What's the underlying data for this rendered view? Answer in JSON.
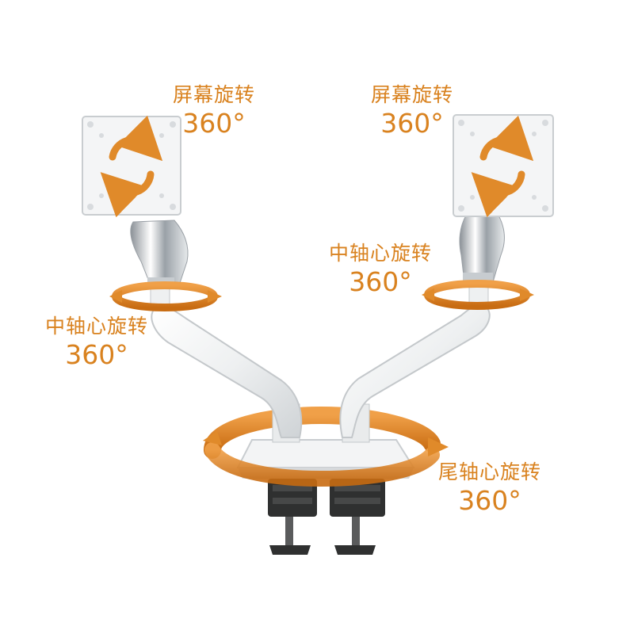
{
  "product": {
    "type": "dual monitor arm",
    "accent_color": "#d9821f",
    "arm_color": "#eceeef",
    "clamp_color": "#2f3030"
  },
  "labels": {
    "screen_left": {
      "title": "屏幕旋转",
      "value": "360°"
    },
    "screen_right": {
      "title": "屏幕旋转",
      "value": "360°"
    },
    "mid_right": {
      "title": "中轴心旋转",
      "value": "360°"
    },
    "mid_left": {
      "title": "中轴心旋转",
      "value": "360°"
    },
    "tail": {
      "title": "尾轴心旋转",
      "value": "360°"
    }
  },
  "icons": [
    "rotation-arrows-icon",
    "swivel-ring-icon"
  ]
}
